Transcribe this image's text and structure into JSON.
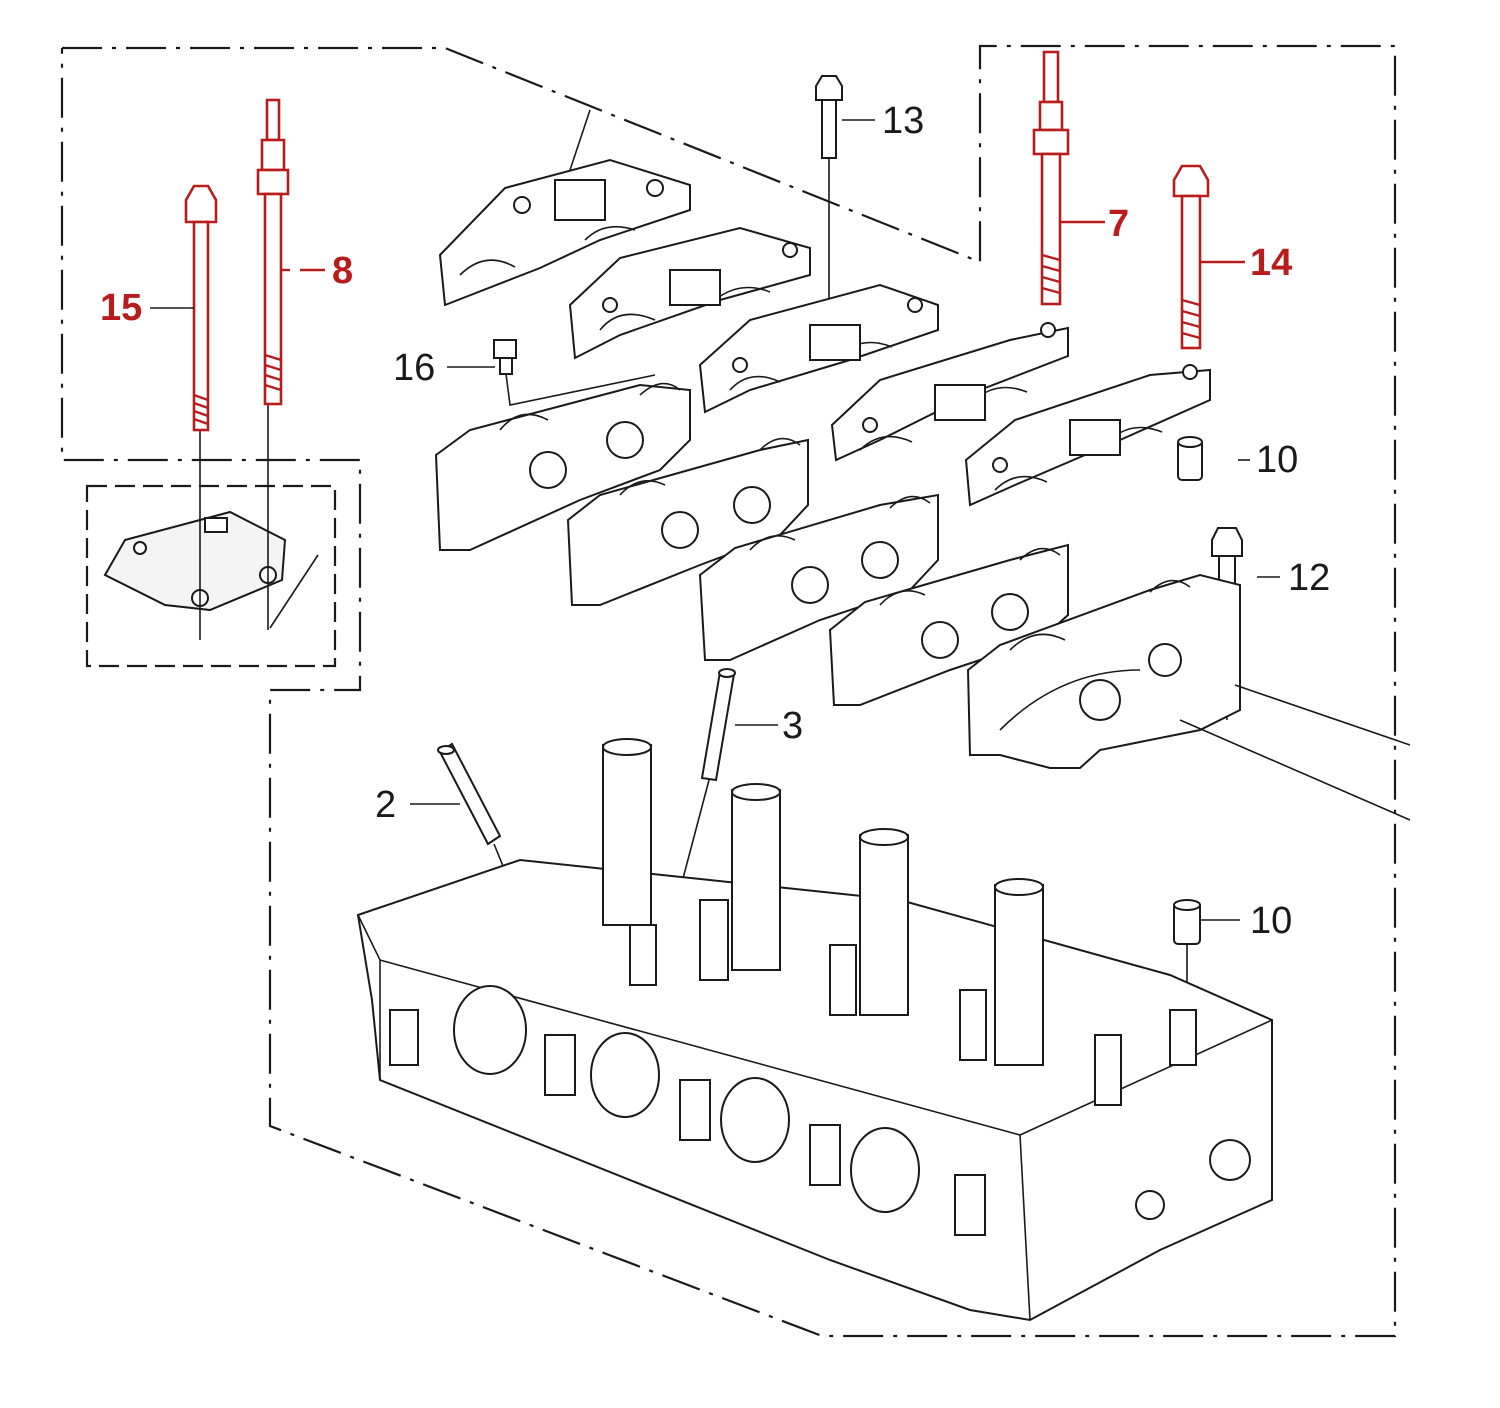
{
  "diagram": {
    "callouts": [
      {
        "id": "2",
        "text": "2",
        "highlight": false
      },
      {
        "id": "3",
        "text": "3",
        "highlight": false
      },
      {
        "id": "7",
        "text": "7",
        "highlight": true
      },
      {
        "id": "8",
        "text": "8",
        "highlight": true
      },
      {
        "id": "10a",
        "text": "10",
        "highlight": false
      },
      {
        "id": "10b",
        "text": "10",
        "highlight": false
      },
      {
        "id": "12",
        "text": "12",
        "highlight": false
      },
      {
        "id": "13",
        "text": "13",
        "highlight": false
      },
      {
        "id": "14",
        "text": "14",
        "highlight": true
      },
      {
        "id": "15",
        "text": "15",
        "highlight": true
      },
      {
        "id": "16",
        "text": "16",
        "highlight": false
      }
    ],
    "colors": {
      "highlight": "#b81c1c",
      "line": "#1a1a1a",
      "background": "#ffffff"
    }
  }
}
